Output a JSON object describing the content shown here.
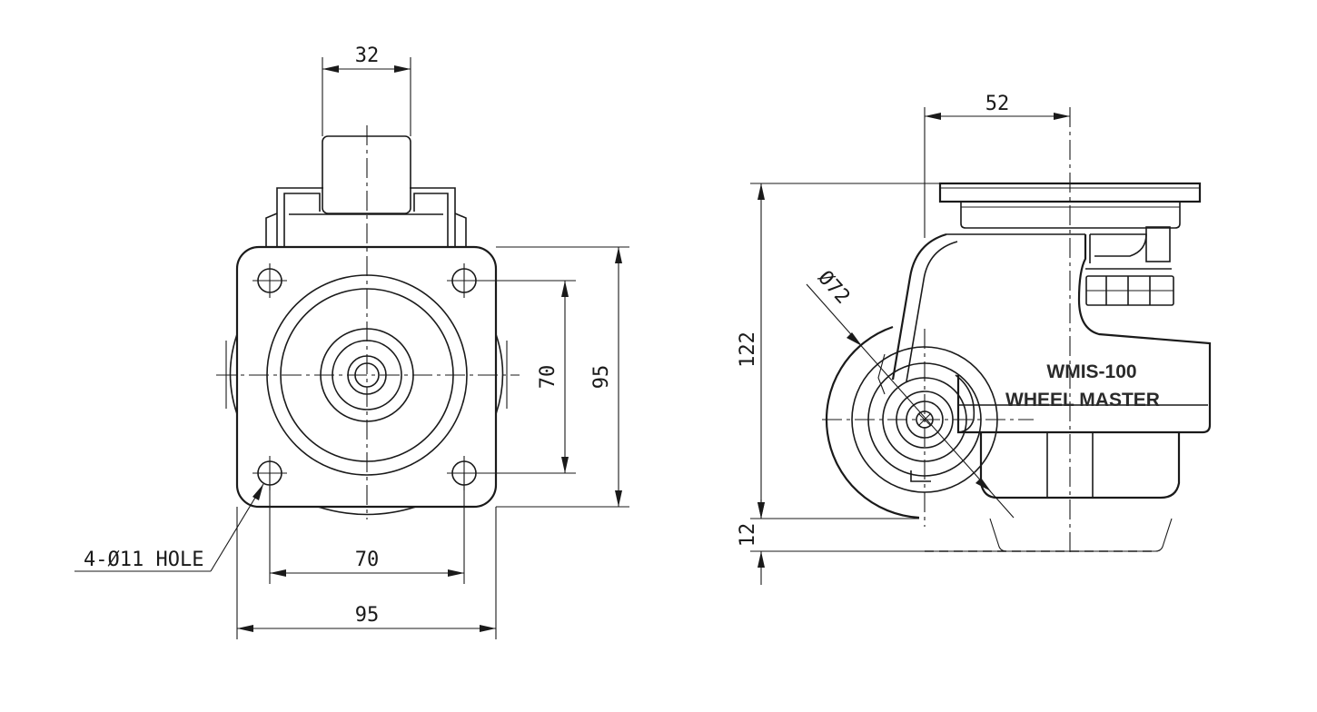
{
  "front_view": {
    "dim_stem_width": "32",
    "dim_hole_pitch_vertical": "70",
    "dim_plate_height": "95",
    "dim_hole_pitch_horizontal": "70",
    "dim_plate_width": "95",
    "hole_callout": "4-Ø11 HOLE"
  },
  "side_view": {
    "dim_offset": "52",
    "dim_total_height": "122",
    "dim_wheel_diameter": "Ø72",
    "dim_leveling_pad": "12",
    "model_name": "WMIS-100",
    "brand_name": "WHEEL MASTER"
  }
}
